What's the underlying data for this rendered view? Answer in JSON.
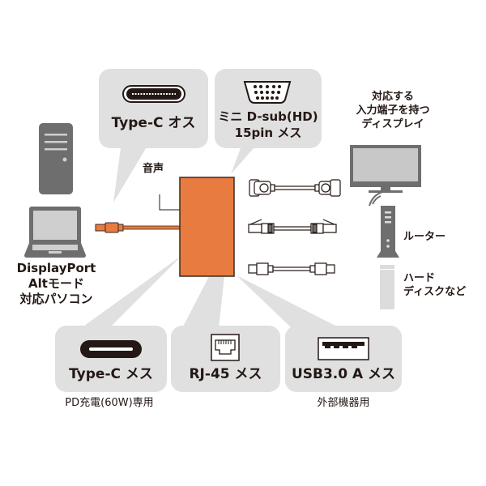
{
  "colors": {
    "adapter": "#e87b3f",
    "adapter_border": "#3a2a22",
    "callout": "#e0e0e0",
    "device_dark": "#6e6e6e",
    "device_light": "#dcdcdc",
    "text": "#231815",
    "cable_outline": "#3a2a22"
  },
  "callouts": {
    "typec_male": {
      "label": "Type-C オス",
      "icon": "usb-c-plug-icon"
    },
    "dsub": {
      "label_line1": "ミニ D-sub(HD)",
      "label_line2": "15pin メス",
      "icon": "vga-port-icon"
    },
    "typec_female": {
      "label": "Type-C メス",
      "icon": "usb-c-port-icon",
      "caption": "PD充電(60W)専用"
    },
    "rj45": {
      "label": "RJ-45 メス",
      "icon": "ethernet-port-icon"
    },
    "usb_a": {
      "label": "USB3.0 A メス",
      "icon": "usb-a-port-icon",
      "caption": "外部機器用"
    }
  },
  "labels": {
    "audio": "音声",
    "pc_line1": "DisplayPort",
    "pc_line2": "Altモード",
    "pc_line3": "対応パソコン",
    "display_line1": "対応する",
    "display_line2": "入力端子を持つ",
    "display_line3": "ディスプレイ",
    "router": "ルーター",
    "hdd_line1": "ハード",
    "hdd_line2": "ディスクなど"
  }
}
